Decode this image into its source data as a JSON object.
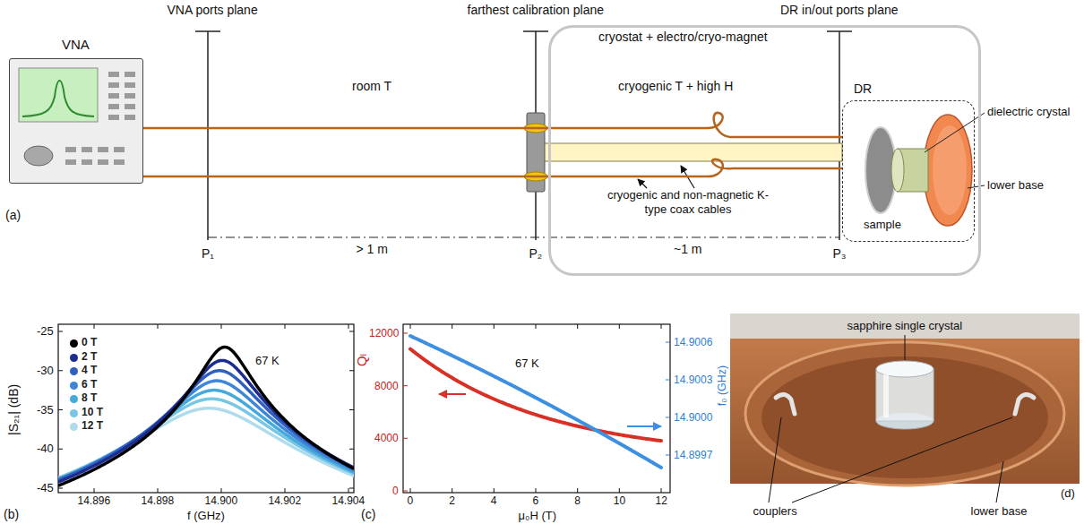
{
  "diagram": {
    "nodes": [
      {
        "text": [
          "VNA"
        ]
      },
      {
        "text": [
          "cryostat + electro/cryo-magnet",
          "cryogenic T + high H"
        ]
      },
      {
        "text": [
          "DR"
        ],
        "in": 1
      }
    ],
    "edges": [
      {
        "from": 0,
        "to": 2,
        "arrow": "none"
      }
    ],
    "labels": [
      "VNA ports plane",
      "farthest calibration plane",
      "DR in/out ports plane",
      "room T",
      "cryogenic and non-magnetic K-type coax cables",
      "dielectric crystal",
      "lower base",
      "sample",
      "(a)",
      "P₁",
      "> 1 m",
      "P₂",
      "~1 m",
      "P₃",
      "-25",
      "-30",
      "-35",
      "-40",
      "-45",
      "14.896",
      "14.898",
      "14.900",
      "14.902",
      "14.904",
      "67 K",
      "|S₂₁| (dB)",
      "f (GHz)",
      "(b)",
      "12000",
      "8000",
      "4000",
      "0",
      "0",
      "2",
      "4",
      "6",
      "8",
      "10",
      "12",
      "14.9006",
      "14.9003",
      "14.9000",
      "14.8997",
      "67 K",
      "Qₗ",
      "f₀ (GHz)",
      "μ₀H (T)",
      "(c)",
      "sapphire single crystal",
      "couplers",
      "lower base",
      "(d)"
    ],
    "legend": [
      {
        "text": "0 T",
        "color": "#000000"
      },
      {
        "text": "2 T",
        "color": "#1d2d8f"
      },
      {
        "text": "4 T",
        "color": "#2f5fbf"
      },
      {
        "text": "6 T",
        "color": "#3f86d8"
      },
      {
        "text": "8 T",
        "color": "#45a9dc"
      },
      {
        "text": "10 T",
        "color": "#78c6e3"
      },
      {
        "text": "12 T",
        "color": "#aedcec"
      }
    ]
  }
}
